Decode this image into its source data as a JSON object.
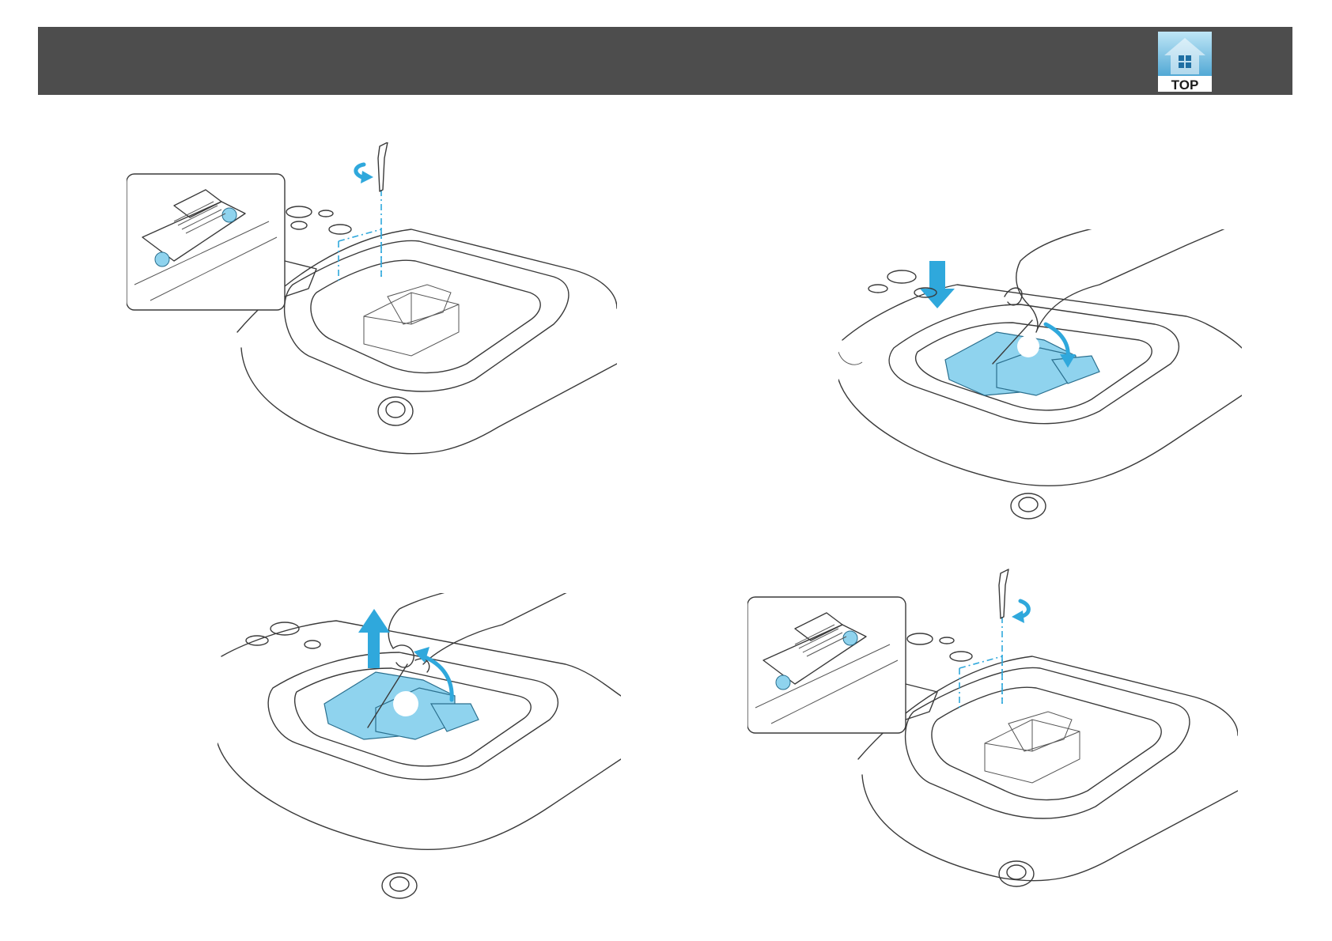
{
  "header": {
    "top_button_label": "TOP",
    "top_icon": "house-icon",
    "bar_color": "#4d4d4d",
    "accent_color": "#2fa8dc"
  },
  "figures": [
    {
      "name": "remove-lamp-cover-screw",
      "icons": [
        "screwdriver-icon",
        "rotate-arrow-icon"
      ]
    },
    {
      "name": "insert-new-lamp",
      "icons": [
        "hand-icon",
        "down-arrow-icon",
        "curved-arrow-icon"
      ]
    },
    {
      "name": "lift-out-old-lamp",
      "icons": [
        "hand-icon",
        "up-arrow-icon",
        "curved-arrow-icon"
      ]
    },
    {
      "name": "tighten-lamp-screw",
      "icons": [
        "screwdriver-icon",
        "rotate-arrow-icon"
      ]
    }
  ]
}
